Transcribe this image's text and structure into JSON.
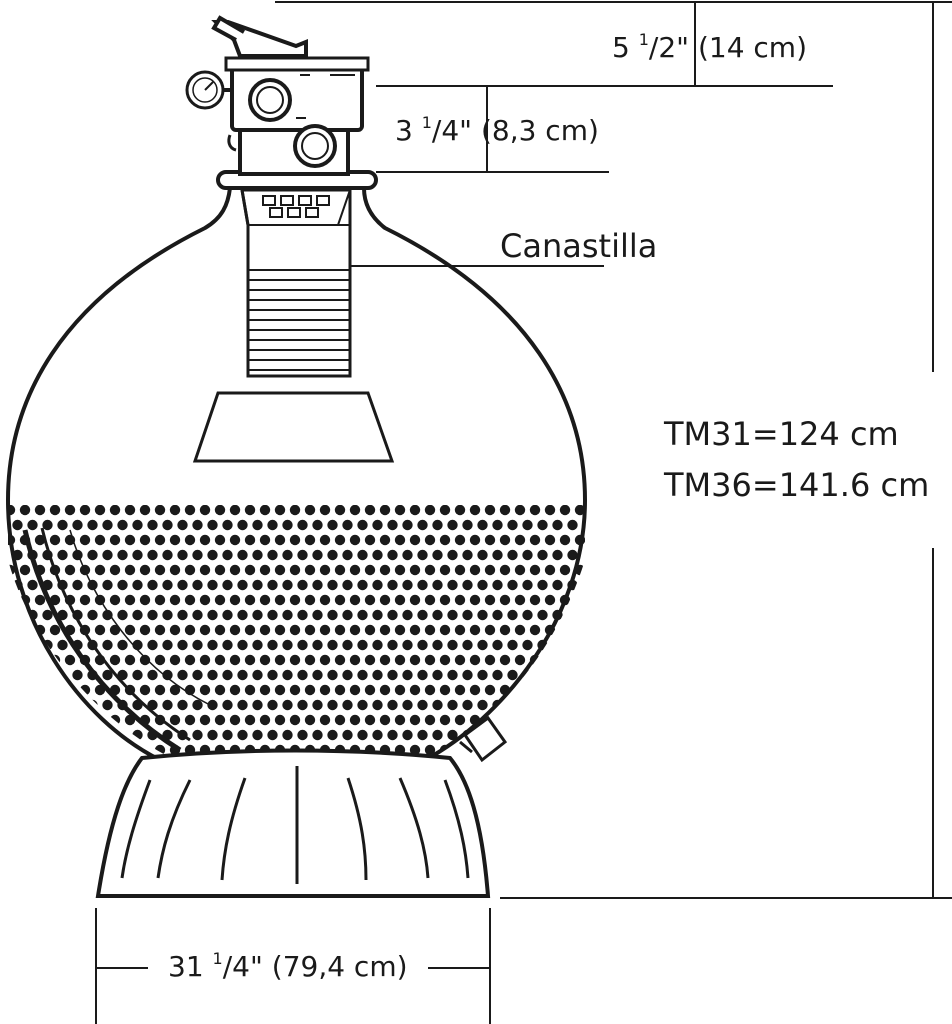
{
  "dimensions": {
    "top_clearance": {
      "whole": "5 ",
      "num": "1",
      "den": "2",
      "rest": "\" (14 cm)"
    },
    "valve_height": {
      "whole": "3 ",
      "num": "1",
      "den": "4",
      "rest": "\" (8,3 cm)"
    },
    "base_width": {
      "whole": "31 ",
      "num": "1",
      "den": "4",
      "rest": "\" (79,4 cm)"
    },
    "height_tm31": "TM31=124 cm",
    "height_tm36": "TM36=141.6 cm"
  },
  "labels": {
    "basket": "Canastilla"
  }
}
